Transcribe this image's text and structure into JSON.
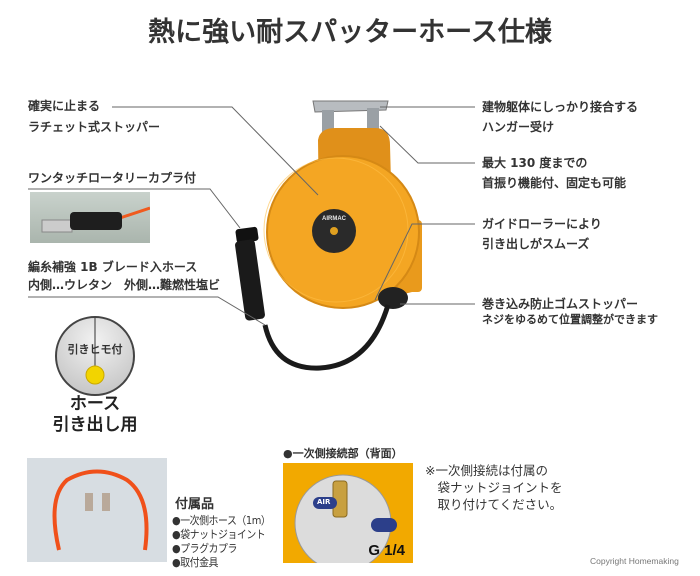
{
  "title": "熱に強い耐スパッターホース仕様",
  "left_callouts": {
    "ratchet": [
      "確実に止まる",
      "ラチェット式ストッパー"
    ],
    "coupler": "ワンタッチロータリーカプラ付",
    "hose": [
      "編糸補強 1B ブレード入ホース",
      "内側…ウレタン　外側…難燃性塩ビ"
    ]
  },
  "right_callouts": {
    "hanger": [
      "建物躯体にしっかり接合する",
      "ハンガー受け"
    ],
    "swivel": [
      "最大 130 度までの",
      "首振り機能付、固定も可能"
    ],
    "roller": [
      "ガイドローラーにより",
      "引き出しがスムーズ"
    ],
    "stopper": [
      "巻き込み防止ゴムストッパー",
      "ネジをゆるめて位置調整ができます"
    ]
  },
  "pull_cord": {
    "badge": "引きヒモ付",
    "title": [
      "ホース",
      "引き出し用"
    ]
  },
  "reel_brand": "AIRMAC",
  "accessories": {
    "title": "付属品",
    "items": [
      "●一次側ホース（1m）",
      "●袋ナットジョイント",
      "●プラグカプラ",
      "●取付金具"
    ]
  },
  "connection": {
    "title": "●一次側接続部（背面）",
    "thread": "G 1/4",
    "badge": "AIR"
  },
  "remark": [
    "※一次側接続は付属の",
    "　袋ナットジョイントを",
    "　取り付けてください。"
  ],
  "copyright": "Copyright Homemaking",
  "colors": {
    "reel_orange": "#f0a020",
    "photo_orange": "#f2a900",
    "text": "#333333"
  }
}
